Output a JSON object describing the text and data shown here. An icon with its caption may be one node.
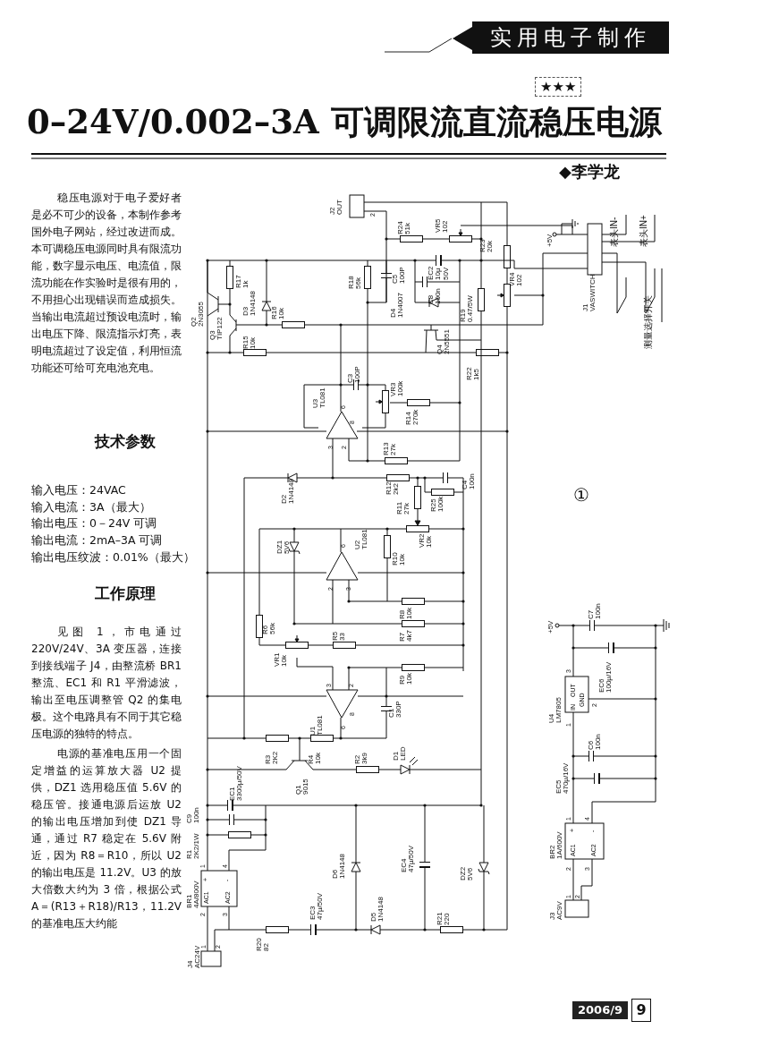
{
  "diagram": {
    "title": "0–24V/0.002–3A 可调限流直流稳压电源",
    "labels": [
      "实用电子制作",
      "★★★",
      "◆李学龙",
      "稳压电源对于电子爱好者是必不可少的设备，本制作参考国外电子网站，经过改进而成。本可调稳压电源同时具有限流功能，数字显示电压、电流值，限流功能在作实验时是很有用的，不用担心出现错误而造成损失。当输出电流超过预设电流时，输出电压下降、限流指示灯亮，表明电流超过了设定值，利用恒流功能还可给可充电池充电。",
      "技术参数",
      "输入电压：24VAC",
      "输入电流：3A（最大）",
      "输出电压：0－24V 可调",
      "输出电流：2mA–3A 可调",
      "输出电压纹波：0.01%（最大）",
      "工作原理",
      "见图 1，市电通过 220V/24V、3A 变压器，连接到接线端子 J4，由整流桥 BR1 整流、EC1 和 R1 平滑滤波，输出至电压调整管 Q2 的集电极。这个电路具有不同于其它稳压电源的独特的特点。",
      "电源的基准电压用一个固定增益的运算放大器 U2 提供，DZ1 选用稳压值 5.6V 的稳压管。接通电源后运放 U2 的输出电压增加到使 DZ1 导通，通过 R7 稳定在 5.6V 附近，因为 R8＝R10，所以 U2 的输出电压是 11.2V。U3 的放大倍数大约为 3 倍，根据公式 A＝(R13＋R18)/R13，11.2V 的基准电压大约能",
      "J2 OUT",
      "2",
      "R24 51k",
      "VR5 102",
      "R23 20k",
      "+5V",
      "表头IN-",
      "表头IN+",
      "Q2 2N3055",
      "R17 1k",
      "D3 1N4148",
      "R16 10k",
      "Q3 TIP122",
      "R18 56k",
      "C5 100P",
      "EC2 10μ 50V",
      "C8 100n",
      "D4 1N4007",
      "R19 0.47/5W",
      "VR4 102",
      "J1 VASWITCH",
      "测量选择开关",
      "R15 10k",
      "Q4 2N5551",
      "C3 100P",
      "R22 1k5",
      "U3 TL081",
      "6",
      "8",
      "3",
      "2",
      "VR3 100k",
      "R14 270k",
      "R13 27k",
      "D2 1N4148",
      "R12 2k2",
      "R11 27k",
      "R25 100k",
      "C4 100n",
      "VR2 10k",
      "DZ1 5V6",
      "U2 TL081",
      "6",
      "2",
      "3",
      "R10 10k",
      "R8 10k",
      "R7 4k7",
      "R6 56k",
      "R5 33",
      "VR1 10k",
      "R9 10k",
      "3",
      "2",
      "U1 TL081",
      "6",
      "8",
      "C1 330P",
      "R3 2K2",
      "R4 10k",
      "Q1 9015",
      "R2 3k9",
      "D1 LED",
      "EC1 3300μ/50V",
      "C9 100n",
      "R1 2K2/1W",
      "D6 1N4148",
      "EC4 47μ/50V",
      "DZ2 5V6",
      "1",
      "4",
      "+",
      "-",
      "AC1",
      "AC2",
      "2",
      "3",
      "BR1 4A/800V",
      "EC3 47μ/50V",
      "D5 1N4148",
      "R20 82",
      "R21 220",
      "1",
      "2",
      "J4 AC24V",
      "①",
      "+5V",
      "C7 100n",
      "EC6 100μ/16V",
      "3",
      "IN",
      "OUT",
      "GND",
      "2",
      "1",
      "U4 LM7805",
      "C6 100n",
      "EC5 470μ/16V",
      "1",
      "4",
      "+",
      "-",
      "AC1",
      "AC2",
      "2",
      "3",
      "BR2 1A/600V",
      "1",
      "2",
      "J3 AC9V",
      "2006/9",
      "9"
    ]
  }
}
